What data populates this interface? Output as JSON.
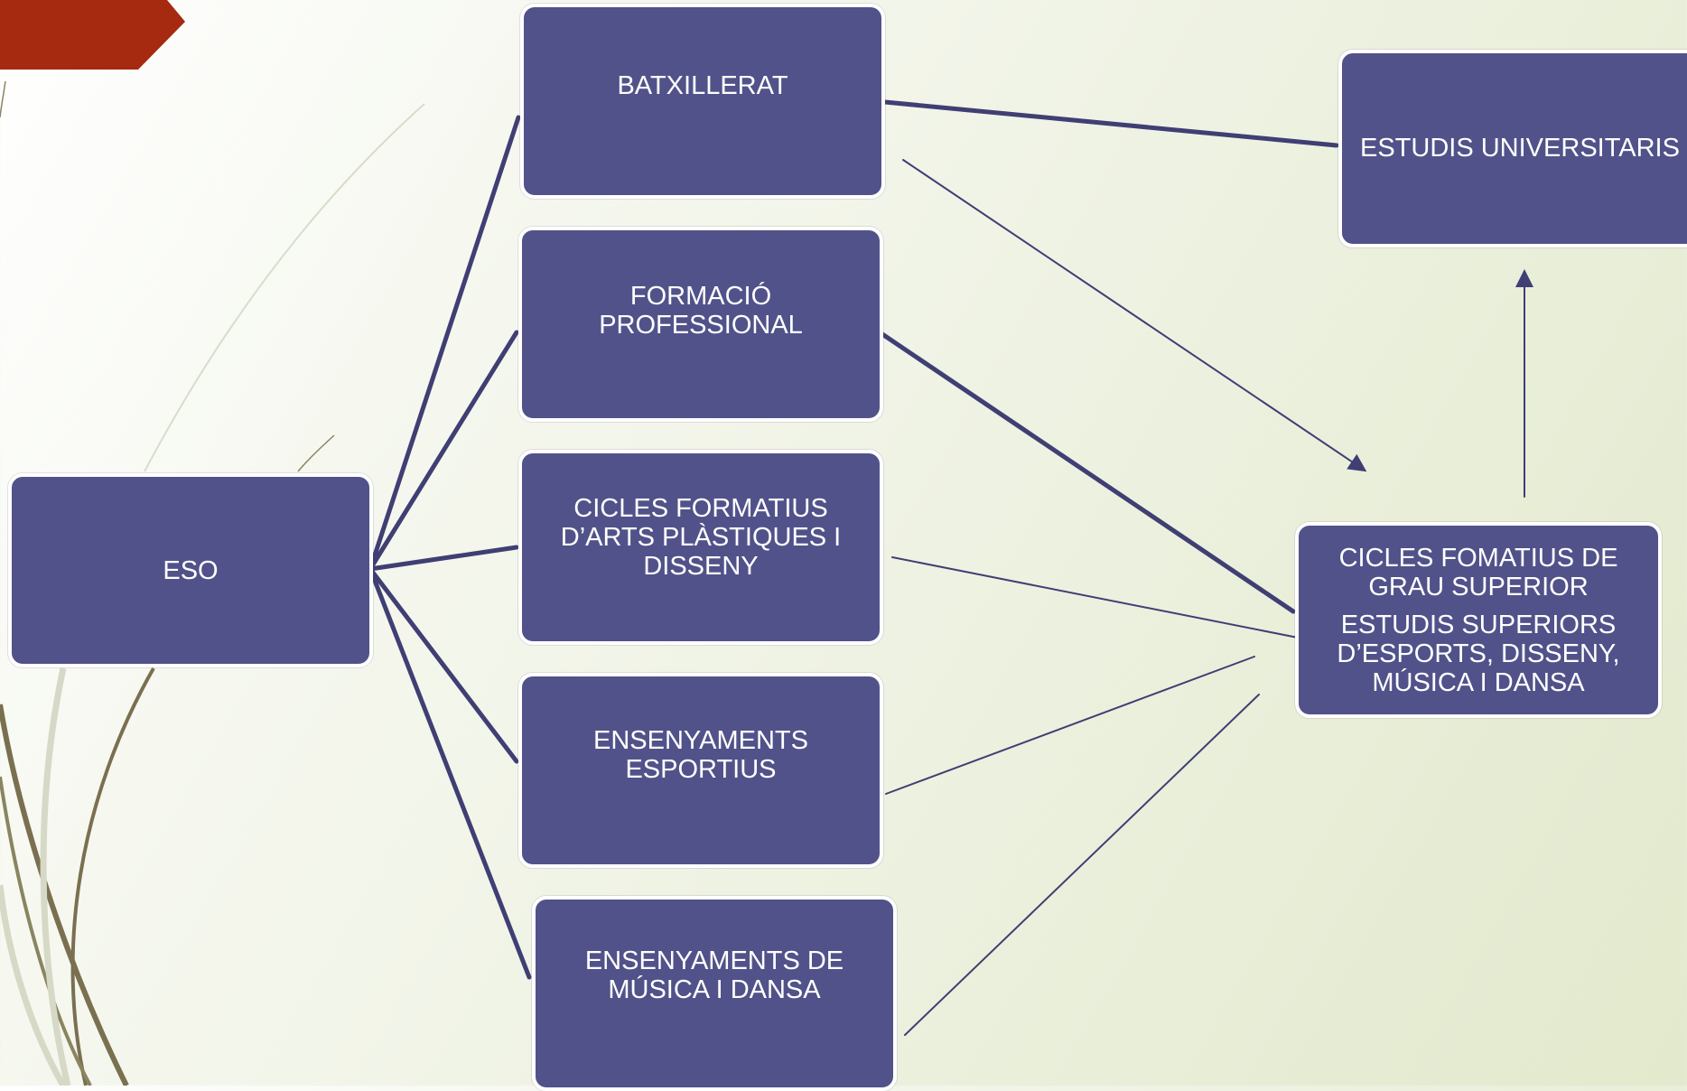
{
  "theme": {
    "node_fill": "#52528a",
    "node_border": "#ffffff",
    "connector_color": "#3f3f74",
    "accent_color": "#a52a10",
    "decor_line_color": "#7a7050"
  },
  "diagram": {
    "nodes": {
      "eso": {
        "label": "ESO"
      },
      "batxillerat": {
        "label": "BATXILLERAT"
      },
      "formacio_professional": {
        "label": "FORMACIÓ\nPROFESSIONAL"
      },
      "cicles_arts": {
        "label": "CICLES FORMATIUS\nD’ARTS PLÀSTIQUES I\nDISSENY"
      },
      "ensenyaments_esportius": {
        "label": "ENSENYAMENTS\nESPORTIUS"
      },
      "ensenyaments_musica": {
        "label": "ENSENYAMENTS DE\nMÚSICA I DANSA"
      },
      "estudis_universitaris": {
        "label": "ESTUDIS UNIVERSITARIS"
      },
      "cicles_grau_superior": {
        "label": "CICLES FOMATIUS DE\nGRAU SUPERIOR",
        "label_2": "ESTUDIS SUPERIORS\nD’ESPORTS, DISSENY,\nMÚSICA I DANSA"
      }
    },
    "edges": [
      {
        "from": "ESO",
        "to": "BATXILLERAT"
      },
      {
        "from": "ESO",
        "to": "FORMACIÓ PROFESSIONAL"
      },
      {
        "from": "ESO",
        "to": "CICLES FORMATIUS D’ARTS PLÀSTIQUES I DISSENY"
      },
      {
        "from": "ESO",
        "to": "ENSENYAMENTS ESPORTIUS"
      },
      {
        "from": "ESO",
        "to": "ENSENYAMENTS DE MÚSICA I DANSA"
      },
      {
        "from": "BATXILLERAT",
        "to": "ESTUDIS UNIVERSITARIS"
      },
      {
        "from": "BATXILLERAT",
        "to": "CICLES FOMATIUS DE GRAU SUPERIOR",
        "arrow": true
      },
      {
        "from": "FORMACIÓ PROFESSIONAL",
        "to": "CICLES FOMATIUS DE GRAU SUPERIOR"
      },
      {
        "from": "CICLES FORMATIUS D’ARTS PLÀSTIQUES I DISSENY",
        "to": "CICLES FOMATIUS DE GRAU SUPERIOR"
      },
      {
        "from": "ENSENYAMENTS ESPORTIUS",
        "to": "CICLES FOMATIUS DE GRAU SUPERIOR"
      },
      {
        "from": "ENSENYAMENTS DE MÚSICA I DANSA",
        "to": "CICLES FOMATIUS DE GRAU SUPERIOR"
      },
      {
        "from": "CICLES FOMATIUS DE GRAU SUPERIOR",
        "to": "ESTUDIS UNIVERSITARIS",
        "arrow": true
      }
    ]
  }
}
